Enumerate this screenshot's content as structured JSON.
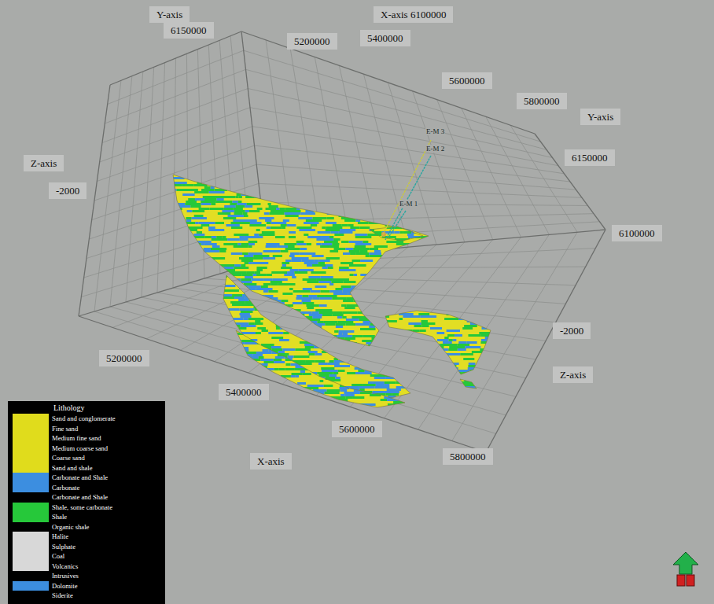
{
  "diagram": {
    "labels": [
      "Y-axis",
      "6150000",
      "5200000",
      "X-axis 6100000",
      "5400000",
      "5600000",
      "5800000",
      "Y-axis",
      "6150000",
      "6100000",
      "Z-axis",
      "-2000",
      "5200000",
      "5400000",
      "5600000",
      "5800000",
      "X-axis",
      "-2000",
      "Z-axis",
      "E-M 3",
      "E-M 2",
      "E-M 1",
      "Lithology"
    ],
    "legend": [
      {
        "text": "Sand and conglomerate",
        "color": "#e0dc1c"
      },
      {
        "text": "Fine sand",
        "color": "#e0dc1c"
      },
      {
        "text": "Medium fine sand",
        "color": "#e0dc1c"
      },
      {
        "text": "Medium coarse sand",
        "color": "#e0dc1c"
      },
      {
        "text": "Coarse sand",
        "color": "#e0dc1c"
      },
      {
        "text": "Sand and shale",
        "color": "#e0dc1c"
      },
      {
        "text": "Carbonate and Shale",
        "color": "#3c8ee0"
      },
      {
        "text": "Carbonate",
        "color": "#3c8ee0"
      },
      {
        "text": "Carbonate and Shale",
        "color": "#000000"
      },
      {
        "text": "Shale, some carbonate",
        "color": "#26c83a"
      },
      {
        "text": "Shale",
        "color": "#26c83a"
      },
      {
        "text": "Organic shale",
        "color": "#000000"
      },
      {
        "text": "Halite",
        "color": "#d8d8d8"
      },
      {
        "text": "Sulphate",
        "color": "#d8d8d8"
      },
      {
        "text": "Coal",
        "color": "#d8d8d8"
      },
      {
        "text": "Volcanics",
        "color": "#d8d8d8"
      },
      {
        "text": "Intrusives",
        "color": "#000000"
      },
      {
        "text": "Dolomite",
        "color": "#3c8ee0"
      },
      {
        "text": "Siderite",
        "color": "#000000"
      }
    ]
  }
}
